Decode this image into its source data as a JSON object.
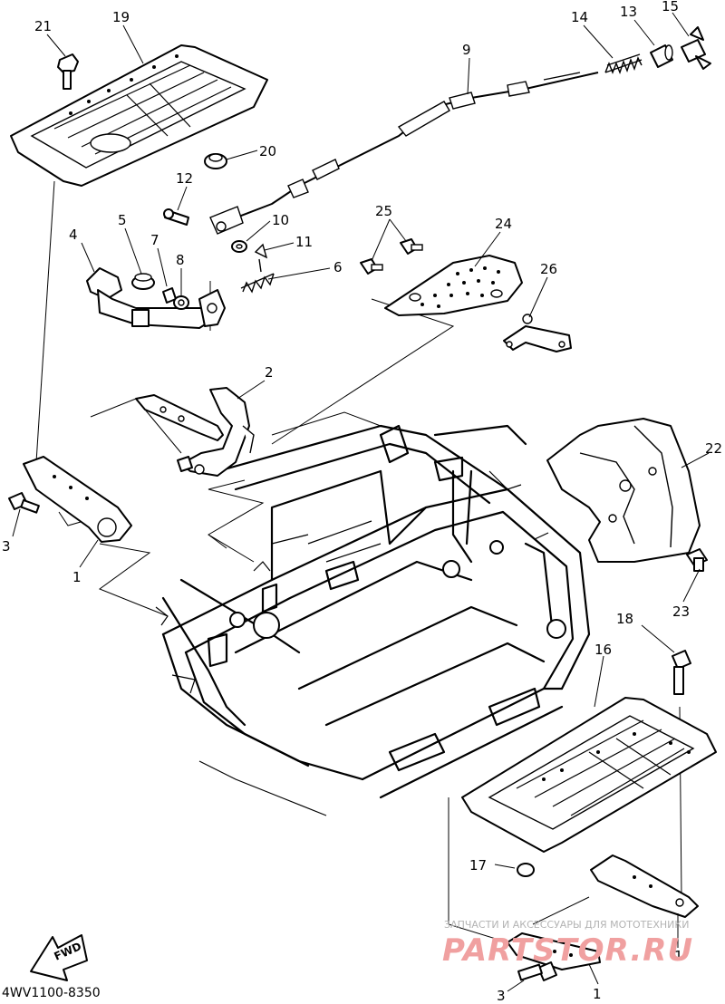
{
  "diagram": {
    "callouts": {
      "p1a": "1",
      "p1b": "1",
      "p1c": "1",
      "p2": "2",
      "p3a": "3",
      "p3b": "3",
      "p4": "4",
      "p5": "5",
      "p6": "6",
      "p7": "7",
      "p8": "8",
      "p9": "9",
      "p10": "10",
      "p11": "11",
      "p12": "12",
      "p13": "13",
      "p14": "14",
      "p15": "15",
      "p16": "16",
      "p17": "17",
      "p18": "18",
      "p19": "19",
      "p20": "20",
      "p21": "21",
      "p22": "22",
      "p23": "23",
      "p24": "24",
      "p25": "25",
      "p26": "26"
    },
    "part_code": "4WV1100-8350",
    "fwd_label": "FWD",
    "watermark": {
      "line1": "ЗАПЧАСТИ И АКСЕССУАРЫ ДЛЯ МОТОТЕХНИКИ",
      "line2": "PARTSTOR.RU"
    }
  }
}
